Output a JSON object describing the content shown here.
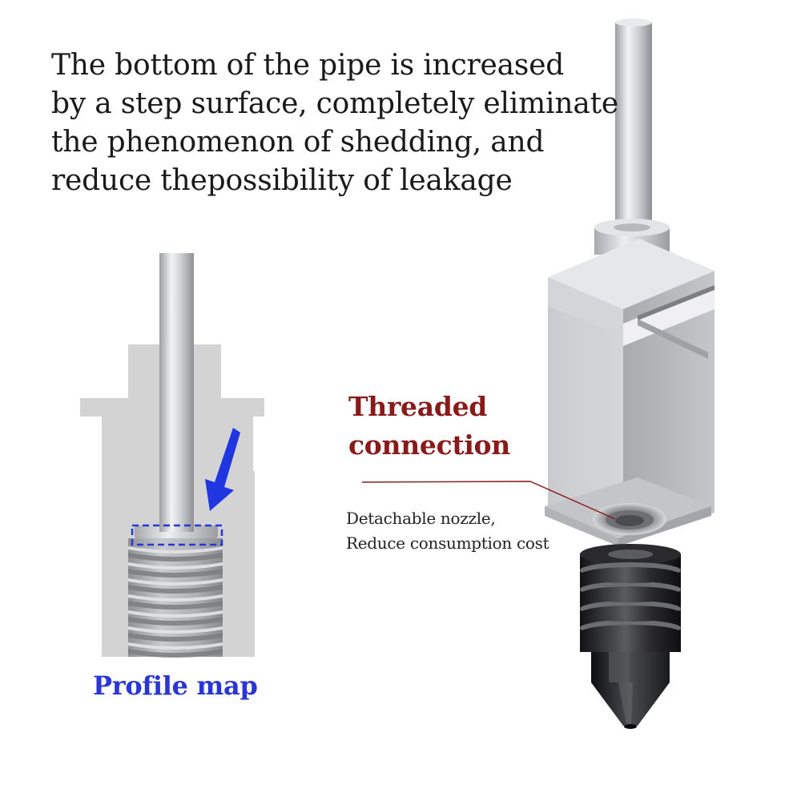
{
  "headline": {
    "line1": "The bottom of the pipe is increased",
    "line2": "by a step surface, completely eliminate",
    "line3": "the phenomenon of shedding, and",
    "line4": "reduce thepossibility of leakage"
  },
  "threaded_label": {
    "line1": "Threaded",
    "line2": "connection"
  },
  "detach_label": {
    "line1": "Detachable nozzle,",
    "line2": "Reduce consumption cost"
  },
  "profile_label": "Profile map",
  "colors": {
    "headline_text": "#1a1a1a",
    "threaded_text": "#8a1a1a",
    "profile_text": "#2a35d6",
    "arrow_blue": "#1f36e0",
    "profile_body": "#d3d3d3",
    "metal_light": "#d6d7d9",
    "metal_dark": "#8d8f93",
    "nozzle_black": "#1c1c1e"
  }
}
